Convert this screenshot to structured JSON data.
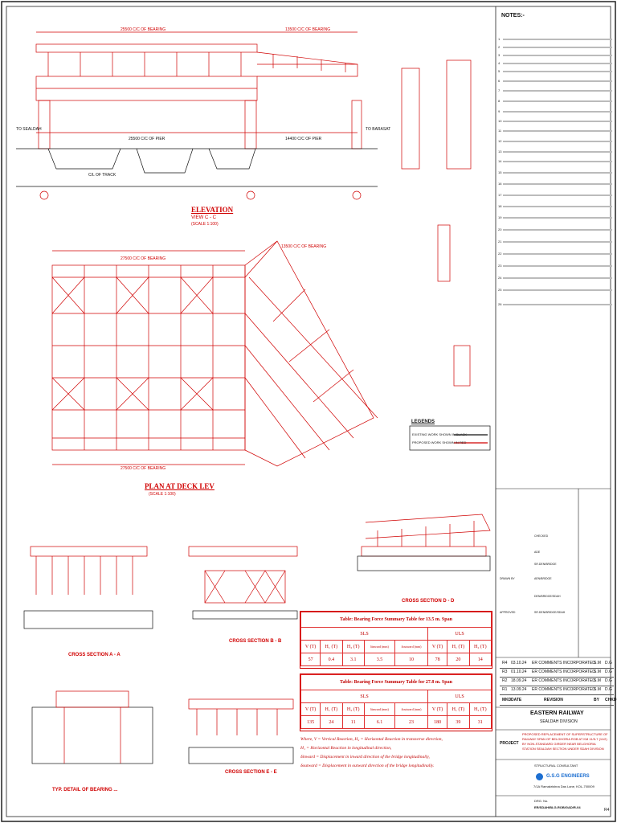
{
  "notes": {
    "heading": "NOTES:-",
    "items": [
      "1",
      "2",
      "3",
      "4",
      "5",
      "6",
      "7",
      "8",
      "9",
      "10",
      "11",
      "12",
      "13",
      "14",
      "15",
      "16",
      "17",
      "18",
      "19",
      "20",
      "21",
      "22",
      "23",
      "24",
      "25",
      "26"
    ]
  },
  "views": {
    "elevation_title": "ELEVATION",
    "elevation_sub": "VIEW C - C",
    "elevation_scale": "(SCALE 1:100)",
    "plan_title": "PLAN AT DECK LEV",
    "plan_scale": "(SCALE 1:100)",
    "section_a": "CROSS SECTION A - A",
    "section_b": "CROSS SECTION B - B",
    "section_d": "CROSS SECTION D - D",
    "section_e": "CROSS SECTION E - E",
    "typ_detail": "TYP. DETAIL OF BEARING ...",
    "legends": "LEGENDS",
    "legend_1": "EXISTING WORK SHOWN IN BLACK",
    "legend_2": "PROPOSED WORK SHOWN IN RED",
    "dim_span1": "25500 C/C OF BEARING",
    "dim_span2": "13500 C/C OF BEARING",
    "dim_pier1": "25500 C/C OF PIER",
    "dim_pier2": "14400 C/C OF PIER",
    "dim_plan1": "27500 C/C OF BEARING",
    "dim_plan2": "13500 C/C OF BEARING",
    "to_barasat": "TO BARASAT",
    "to_sealdah": "TO SEALDAH",
    "cl_of_track": "C/L OF TRACK"
  },
  "table1": {
    "title": "Table: Bearing Force Summary Table for 13.5 m. Span",
    "group_sls": "SLS",
    "group_uls": "ULS",
    "headers": [
      "V (T)",
      "H₁ (T)",
      "H₂ (T)",
      "δinward (mm)",
      "δoutward (mm)",
      "V (T)",
      "H₁ (T)",
      "H₂ (T)"
    ],
    "values": [
      "57",
      "0.4",
      "3.1",
      "3.5",
      "10",
      "78",
      "20",
      "14"
    ]
  },
  "table2": {
    "title": "Table: Bearing Force Summary Table for 27.8 m. Span",
    "group_sls": "SLS",
    "group_uls": "ULS",
    "headers": [
      "V (T)",
      "H₁ (T)",
      "H₂ (T)",
      "δinward (mm)",
      "δoutward (mm)",
      "V (T)",
      "H₁ (T)",
      "H₂ (T)"
    ],
    "values": [
      "135",
      "24",
      "11",
      "6.1",
      "23",
      "180",
      "39",
      "31"
    ]
  },
  "legend_text": [
    "Where, V = Vertical Reaction, H₂ = Horizontal Reaction in transverse direction,",
    "H₁ = Horizontal Reaction in longitudinal direction,",
    "δinward = Displacement in inward direction of the bridge longitudinally,",
    "δoutward = Displacement in outward direction of the bridge longitudinally."
  ],
  "revisions": [
    {
      "rev": "R4",
      "date": "03.10.24",
      "desc": "ER COMMENTS INCORPORATED",
      "by": "S.M",
      "chkd": "D.G"
    },
    {
      "rev": "R3",
      "date": "01.10.24",
      "desc": "ER COMMENTS INCORPORATED",
      "by": "S.M",
      "chkd": "D.G"
    },
    {
      "rev": "R2",
      "date": "18.09.24",
      "desc": "ER COMMENTS INCORPORATED",
      "by": "S.M",
      "chkd": "D.G"
    },
    {
      "rev": "R1",
      "date": "13.09.24",
      "desc": "ER COMMENTS INCORPORATED",
      "by": "S.M",
      "chkd": "D.G"
    }
  ],
  "rev_header": {
    "rev": "MKD",
    "date": "DATE",
    "desc": "REVISION",
    "by": "BY",
    "chkd": "CHKD"
  },
  "title_block": {
    "railway": "EASTERN RAILWAY",
    "division": "SEALDAH DIVISION",
    "project_label": "PROJECT",
    "project_desc": "PROPOSED REPLACEMENT OF SUPERSTRUCTURE OF RAILWAY SPAN OF BELGHORIA ROB AT KM 11/5-7 (11/2) BY NON-STANDARD GIRDER NEAR BELGHORIA STATION SEALDAH SECTION UNDER SDAH DIVISION",
    "drawing_label": "STRUCTURAL CONSULTANT",
    "consultant": "G.S.G ENGINEERS",
    "consultant_addr": "7/1A Ramakrishna Das Lane, KOL-700009",
    "drawing_no_label": "DRG. No.",
    "drawing_no": "ER/SDAH/BLG-ROB/GAD/R-04",
    "sheet": "R4"
  },
  "sign_rows": [
    "CHECKED",
    "ADE",
    "SR.DEN/BRIDGE",
    "DRAWN BY",
    "AEN/BRIDGE",
    "DEN/BRIDGE/SDAH",
    "SR.DEN/BRIDGE/SDAH",
    "APPROVED"
  ],
  "colors": {
    "primary": "#d00000",
    "existing": "#111111",
    "grid": "#bbbbbb"
  }
}
